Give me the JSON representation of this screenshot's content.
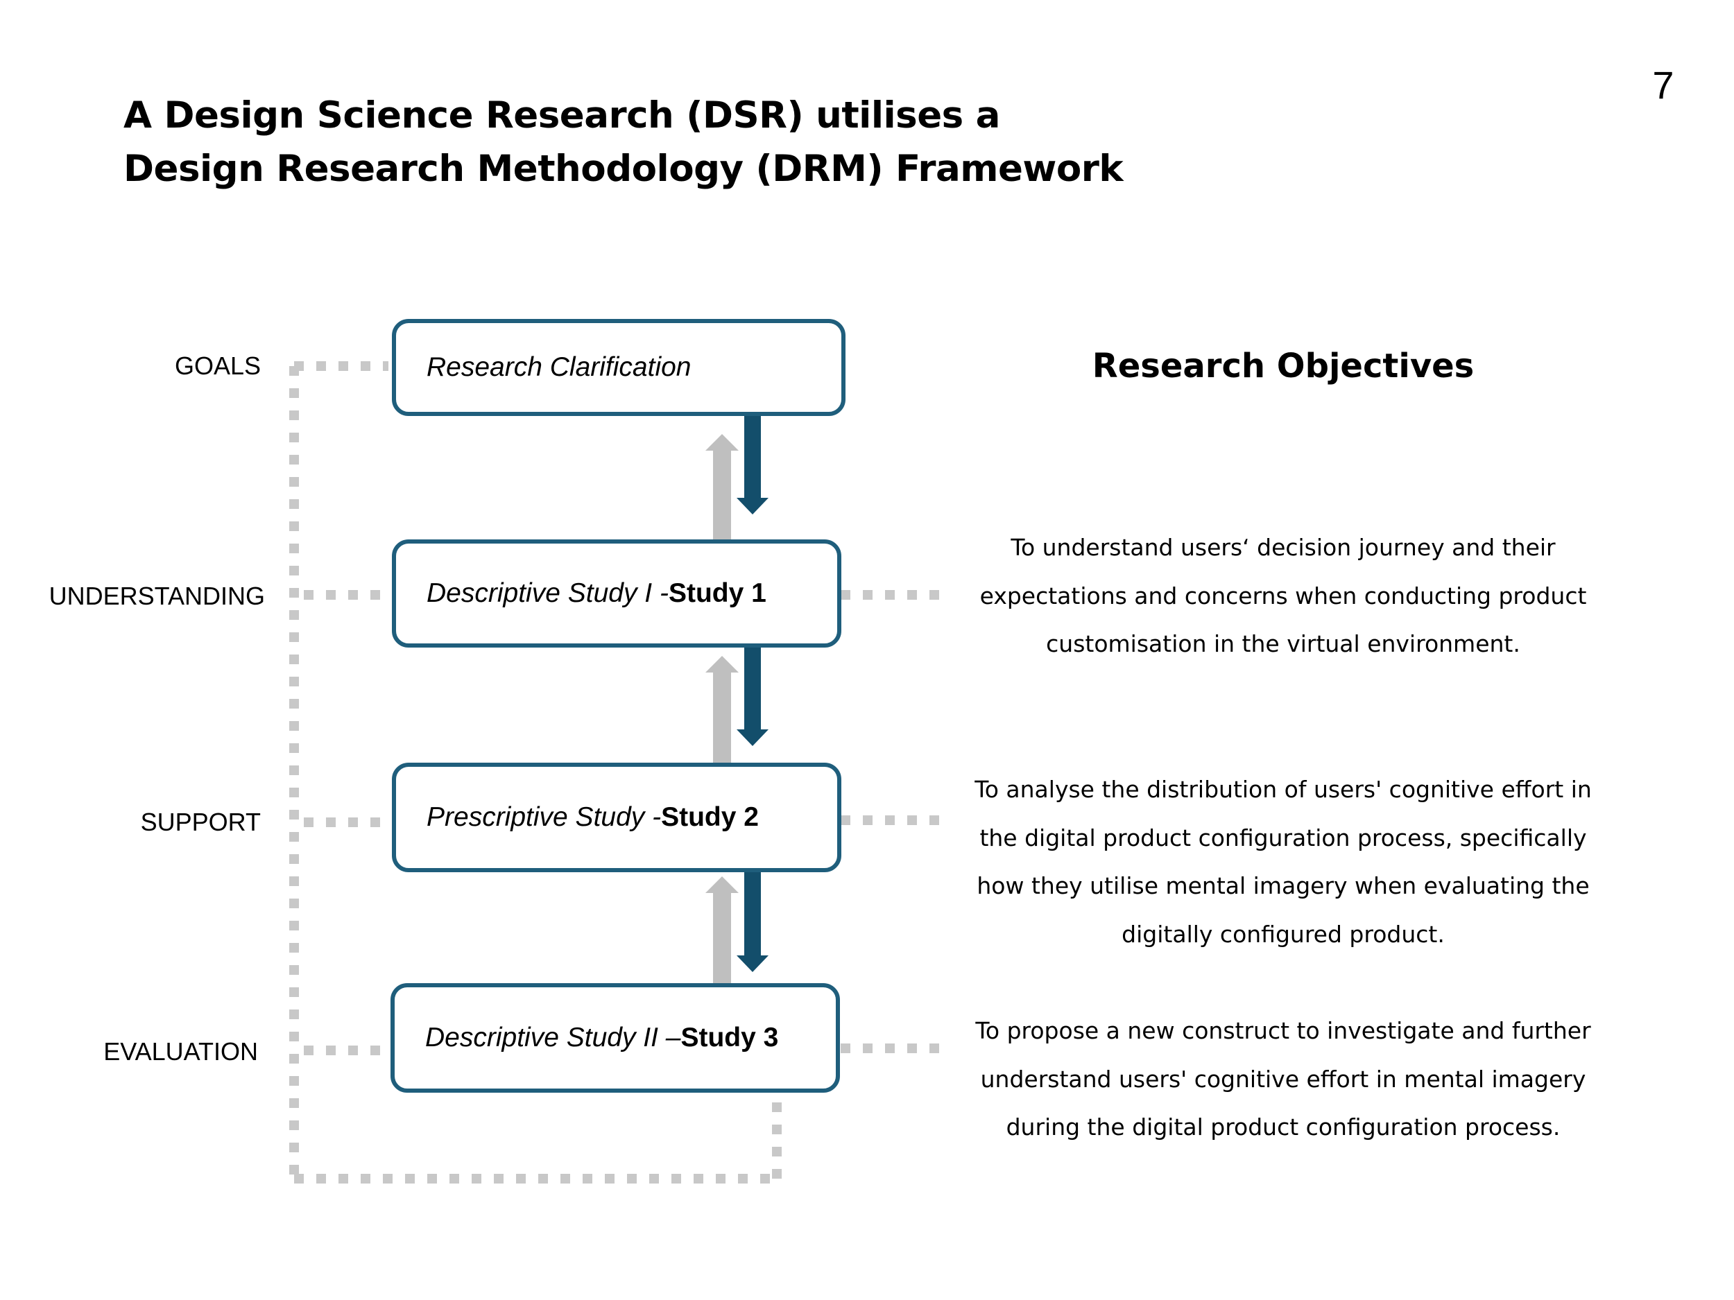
{
  "slide_number": "7",
  "title": {
    "line1": "A Design Science Research (DSR) utilises a",
    "line2": "Design Research Methodology (DRM) Framework"
  },
  "stages": [
    {
      "label": "GOALS",
      "box_italic": "Research Clarification",
      "box_bold": ""
    },
    {
      "label": "UNDERSTANDING",
      "box_italic": "Descriptive Study I - ",
      "box_bold": "Study 1"
    },
    {
      "label": "SUPPORT",
      "box_italic": "Prescriptive Study - ",
      "box_bold": "Study 2"
    },
    {
      "label": "EVALUATION",
      "box_italic": "Descriptive Study II – ",
      "box_bold": "Study 3"
    }
  ],
  "objectives_heading": "Research Objectives",
  "objectives": [
    "To understand users‘ decision journey and their expectations and concerns when conducting product customisation in the virtual environment.",
    "To analyse the distribution of users' cognitive effort in the digital product configuration process, specifically how they utilise mental imagery when evaluating the digitally configured product.",
    "To propose a new construct to investigate and further understand users' cognitive effort in mental imagery during the digital product configuration process."
  ],
  "colors": {
    "box_border": "#1f5e7c",
    "arrow_down": "#134e6b",
    "arrow_up": "#bfbfbf",
    "dotted_connector": "#c8c8c8"
  }
}
